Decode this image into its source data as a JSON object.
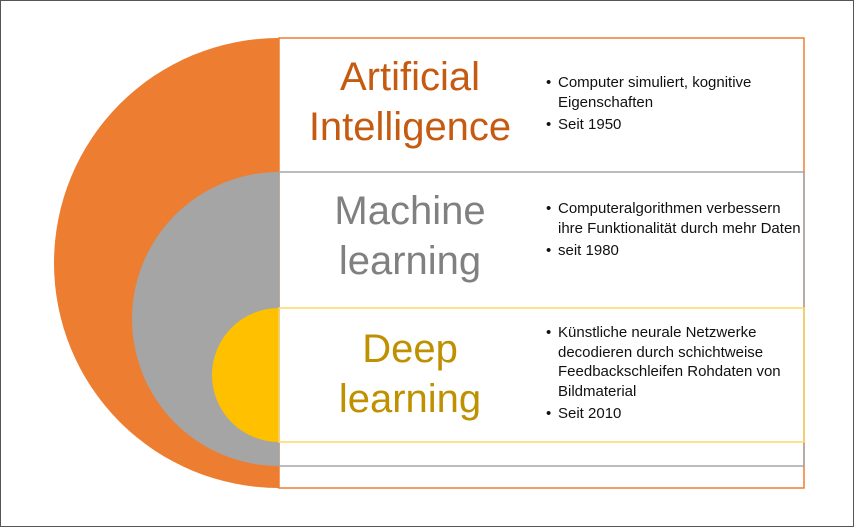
{
  "colors": {
    "ai": "#ED7D31",
    "ai_title": "#C55A11",
    "ml": "#A5A5A5",
    "ml_title": "#808080",
    "ml_border": "#A5A5A5",
    "dl": "#FFC000",
    "dl_title": "#BF9000",
    "dl_border": "#FFD966",
    "frame": "#555555"
  },
  "layers": [
    {
      "title_lines": [
        "Artificial",
        "Intelligence"
      ],
      "bullets": [
        "Computer simuliert, kognitive Eigenschaften",
        "Seit 1950"
      ]
    },
    {
      "title_lines": [
        "Machine",
        "learning"
      ],
      "bullets": [
        "Computeralgorithmen verbessern ihre Funktionalität durch mehr Daten",
        "seit 1980"
      ]
    },
    {
      "title_lines": [
        "Deep",
        "learning"
      ],
      "bullets": [
        "Künstliche neurale Netzwerke decodieren durch schichtweise Feedbackschleifen Rohdaten von Bildmaterial",
        "Seit 2010"
      ]
    }
  ]
}
